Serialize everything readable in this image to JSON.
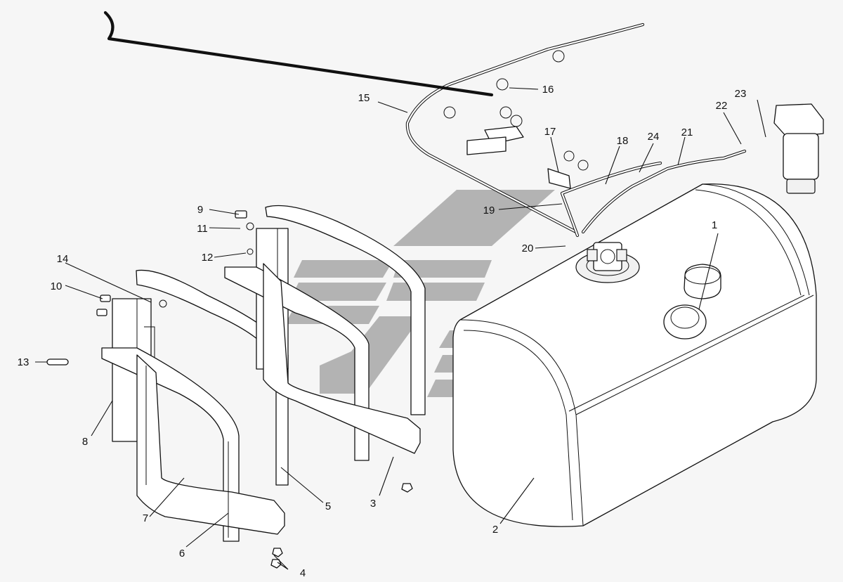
{
  "callouts": [
    {
      "n": "1",
      "label": "1"
    },
    {
      "n": "2",
      "label": "2"
    },
    {
      "n": "3",
      "label": "3"
    },
    {
      "n": "4",
      "label": "4"
    },
    {
      "n": "5",
      "label": "5"
    },
    {
      "n": "6",
      "label": "6"
    },
    {
      "n": "7",
      "label": "7"
    },
    {
      "n": "8",
      "label": "8"
    },
    {
      "n": "9",
      "label": "9"
    },
    {
      "n": "10",
      "label": "10"
    },
    {
      "n": "11",
      "label": "11"
    },
    {
      "n": "12",
      "label": "12"
    },
    {
      "n": "13",
      "label": "13"
    },
    {
      "n": "14",
      "label": "14"
    },
    {
      "n": "15",
      "label": "15"
    },
    {
      "n": "16",
      "label": "16"
    },
    {
      "n": "17",
      "label": "17"
    },
    {
      "n": "18",
      "label": "18"
    },
    {
      "n": "19",
      "label": "19"
    },
    {
      "n": "20",
      "label": "20"
    },
    {
      "n": "21",
      "label": "21"
    },
    {
      "n": "22",
      "label": "22"
    },
    {
      "n": "23",
      "label": "23"
    },
    {
      "n": "24",
      "label": "24"
    }
  ],
  "colors": {
    "background": "#f6f6f6",
    "line": "#111111",
    "watermark": "#7c7c7c"
  }
}
